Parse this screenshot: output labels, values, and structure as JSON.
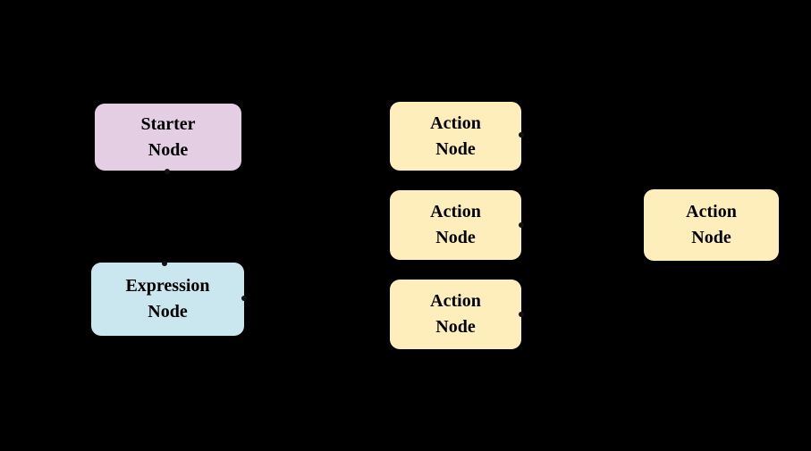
{
  "diagram": {
    "background_color": "#000000",
    "text_color": "#000000",
    "dot_color": "#121212",
    "node_type_colors": {
      "starter": "#e4cee4",
      "expression": "#cae6ee",
      "action": "#fdeebc"
    },
    "nodes": [
      {
        "id": "starter-node",
        "type": "starter",
        "label": "Starter\nNode",
        "color": "#e4cee4"
      },
      {
        "id": "expression-node",
        "type": "expression",
        "label": "Expression\nNode",
        "color": "#cae6ee"
      },
      {
        "id": "action-node-1",
        "type": "action",
        "label": "Action\nNode",
        "color": "#fdeebc"
      },
      {
        "id": "action-node-2",
        "type": "action",
        "label": "Action\nNode",
        "color": "#fdeebc"
      },
      {
        "id": "action-node-3",
        "type": "action",
        "label": "Action\nNode",
        "color": "#fdeebc"
      },
      {
        "id": "action-node-4",
        "type": "action",
        "label": "Action\nNode",
        "color": "#fdeebc"
      }
    ],
    "connector_dots": [
      {
        "on": "starter-node",
        "edge": "bottom-center"
      },
      {
        "on": "expression-node",
        "edge": "top-center"
      },
      {
        "on": "expression-node",
        "edge": "right-middle"
      },
      {
        "on": "action-node-1",
        "edge": "right-middle"
      },
      {
        "on": "action-node-2",
        "edge": "right-middle"
      },
      {
        "on": "action-node-3",
        "edge": "right-middle"
      }
    ]
  }
}
